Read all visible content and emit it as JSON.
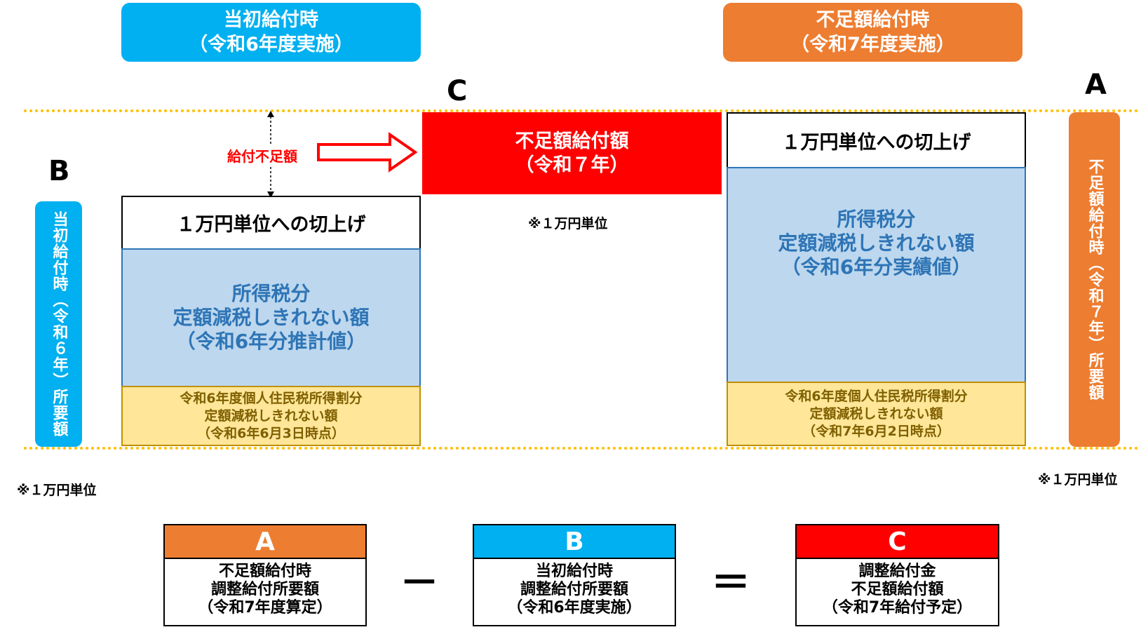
{
  "headers": {
    "initial": [
      "当初給付時",
      "（令和6年度実施）"
    ],
    "shortfall": [
      "不足額給付時",
      "（令和7年度実施）"
    ]
  },
  "letters": {
    "a": "A",
    "b": "B",
    "c": "C"
  },
  "left_column": {
    "roundup": "１万円単位への切上げ",
    "income_tax": [
      "所得税分",
      "定額減税しきれない額",
      "（令和6年分推計値）"
    ],
    "resident_tax": [
      "令和6年度個人住民税所得割分",
      "定額減税しきれない額",
      "（令和6年6月3日時点）"
    ]
  },
  "shortfall_label": "給付不足額",
  "shortfall_amount": [
    "不足額給付額",
    "（令和７年）"
  ],
  "unit_note_center": "※１万円単位",
  "right_column": {
    "roundup": "１万円単位への切上げ",
    "income_tax": [
      "所得税分",
      "定額減税しきれない額",
      "（令和6年分実績値）"
    ],
    "resident_tax": [
      "令和6年度個人住民税所得割分",
      "定額減税しきれない額",
      "（令和7年6月2日時点）"
    ]
  },
  "vertical_left": "当初給付時（令和６年）所要額",
  "vertical_right": "不足額給付時（令和７年）所要額",
  "unit_note_left": "※１万円単位",
  "unit_note_right": "※１万円単位",
  "equation": {
    "a": {
      "letter": "A",
      "lines": [
        "不足額給付時",
        "調整給付所要額",
        "（令和7年度算定）"
      ]
    },
    "minus": "－",
    "b": {
      "letter": "B",
      "lines": [
        "当初給付時",
        "調整給付所要額",
        "（令和6年度実施）"
      ]
    },
    "equals": "＝",
    "c": {
      "letter": "C",
      "lines": [
        "調整給付金",
        "不足額給付額",
        "（令和7年給付予定）"
      ]
    }
  },
  "colors": {
    "blue": "#00b0f0",
    "orange": "#ed7d31",
    "red": "#ff0000",
    "light_blue": "#bdd7ee",
    "yellow": "#ffe699",
    "dotted": "#ffc000"
  }
}
